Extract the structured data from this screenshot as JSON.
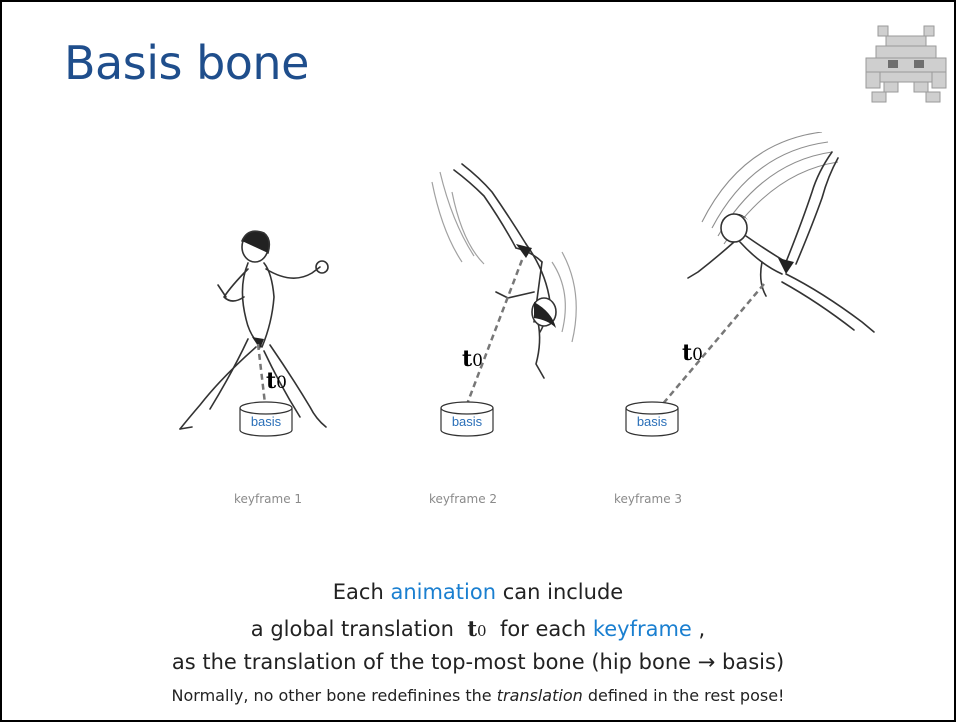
{
  "slide": {
    "title": "Basis bone",
    "mascot_icon": "space-invader-icon"
  },
  "keyframes": [
    {
      "label": "keyframe 1",
      "basis_label": "basis",
      "t_label": "t",
      "t_sub": "0"
    },
    {
      "label": "keyframe 2",
      "basis_label": "basis",
      "t_label": "t",
      "t_sub": "0"
    },
    {
      "label": "keyframe 3",
      "basis_label": "basis",
      "t_label": "t",
      "t_sub": "0"
    }
  ],
  "caption": {
    "line1_pre": "Each ",
    "line1_highlight": "animation",
    "line1_post": " can include",
    "line2_pre": "a global translation ",
    "line2_var": "t",
    "line2_var_sub": "0",
    "line2_mid": " for each ",
    "line2_highlight": "keyframe",
    "line2_post": " ,",
    "line3": "as the translation of the top-most bone (hip bone → basis)",
    "line4_pre": "Normally, no other bone redefinines the ",
    "line4_em": "translation",
    "line4_post": " defined in the rest pose!"
  },
  "colors": {
    "title": "#1f4e8c",
    "highlight": "#1a7fd0",
    "basis_text": "#2a6fb8",
    "keyframe_label": "#8a8a8a"
  }
}
